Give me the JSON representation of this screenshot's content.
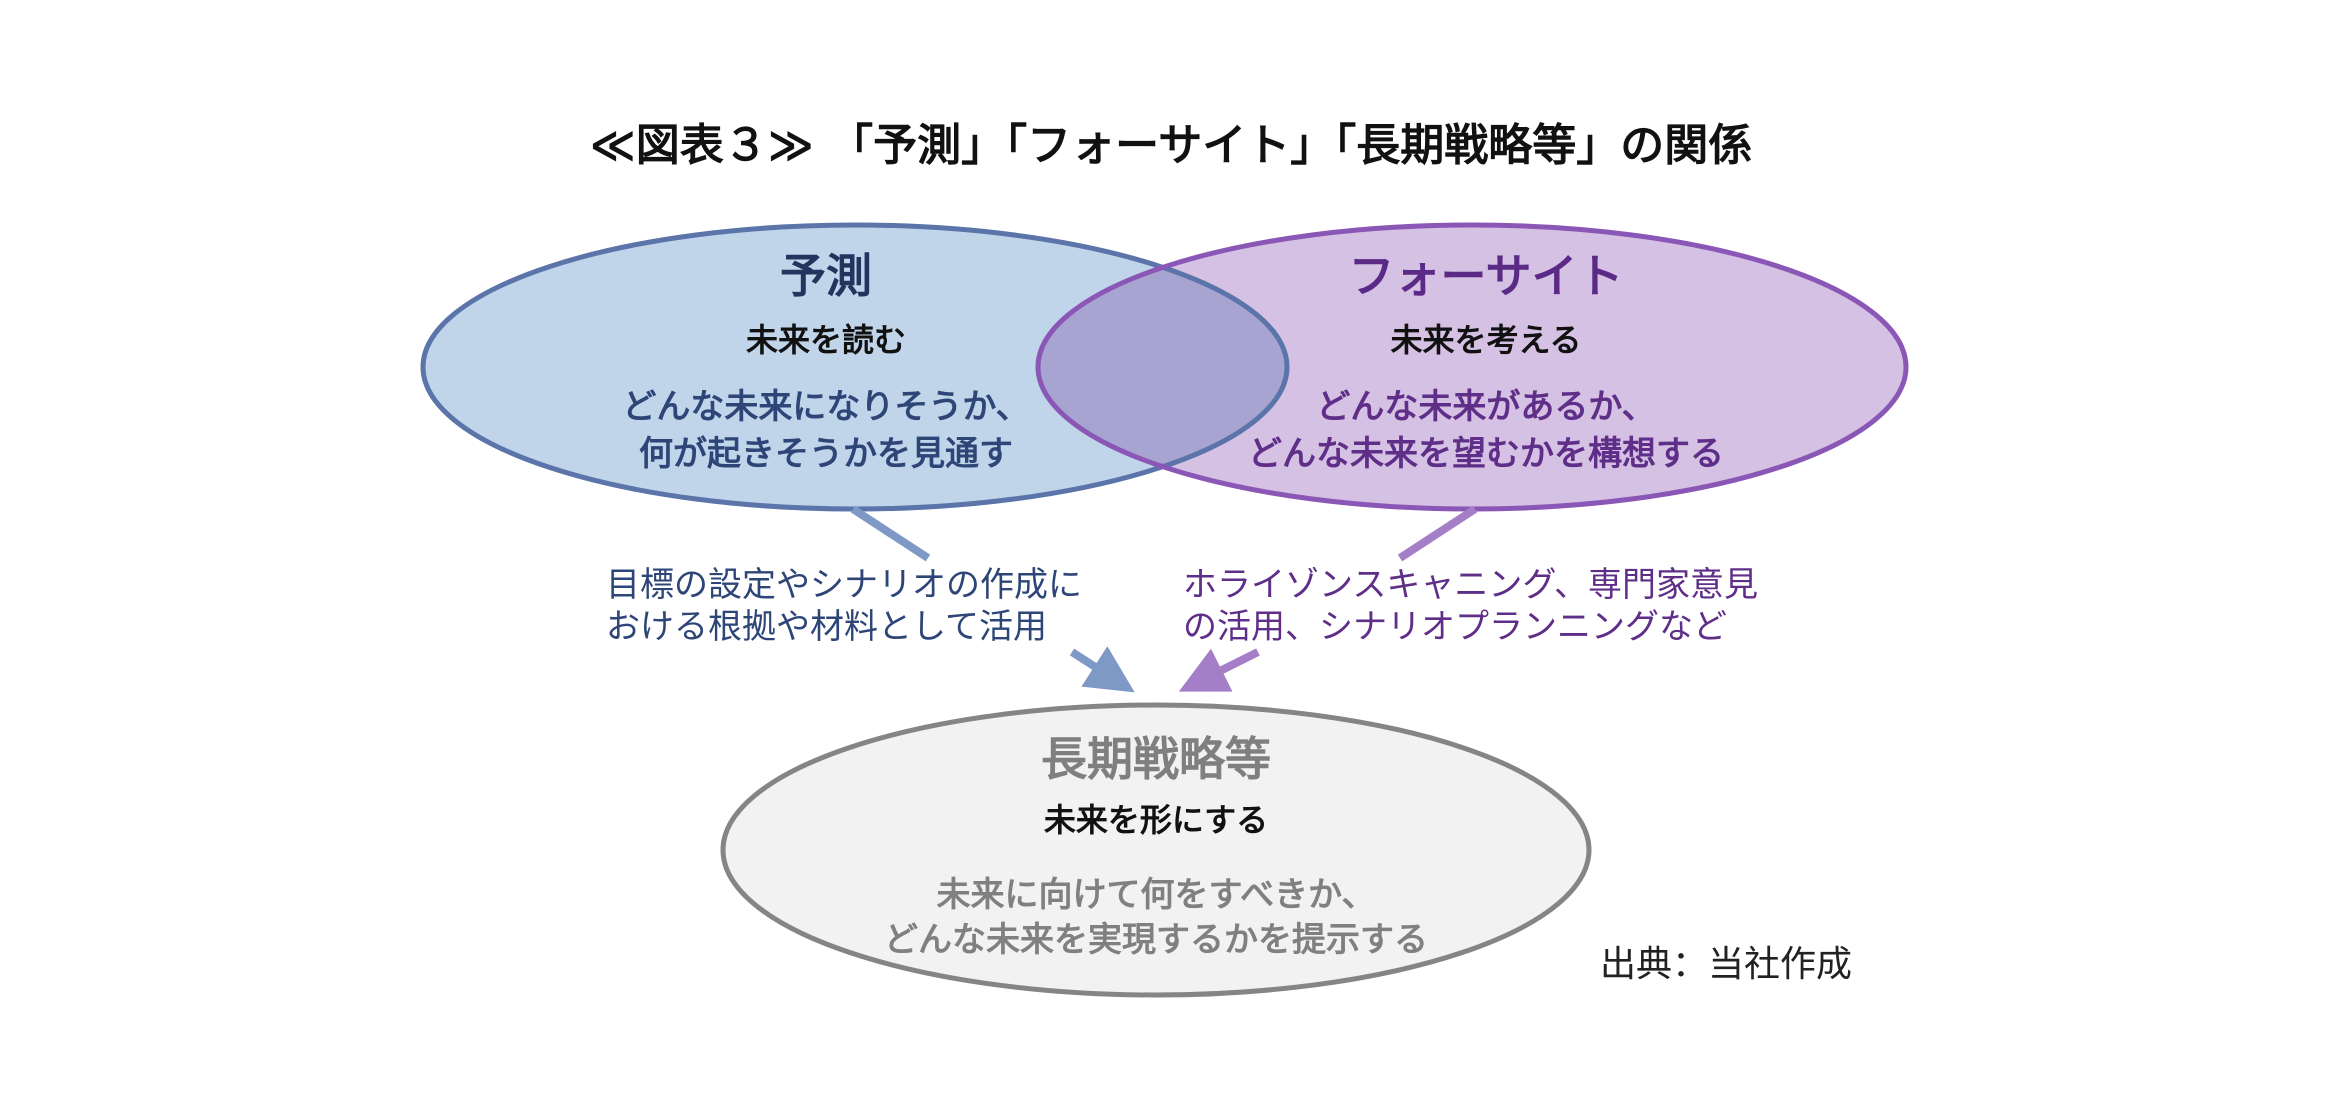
{
  "title": "≪図表３≫ 「予測」「フォーサイト」「長期戦略等」の関係",
  "forecast": {
    "heading": "予測",
    "subtitle": "未来を読む",
    "lines": [
      "どんな未来になりそうか、",
      "何が起きそうかを見通す"
    ]
  },
  "foresight": {
    "heading": "フォーサイト",
    "subtitle": "未来を考える",
    "lines": [
      "どんな未来があるか、",
      "どんな未来を望むかを構想する"
    ]
  },
  "strategy": {
    "heading": "長期戦略等",
    "subtitle": "未来を形にする",
    "lines": [
      "未来に向けて何をすべきか、",
      "どんな未来を実現するかを提示する"
    ]
  },
  "arrow_labels": {
    "left": [
      "目標の設定やシナリオの作成に",
      "おける根拠や材料として活用"
    ],
    "right": [
      "ホライゾンスキャニング、専門家意見",
      "の活用、シナリオプランニングなど"
    ]
  },
  "source": "出典：当社作成",
  "colors": {
    "blue_fill": "#c0d5ea",
    "blue_stroke": "#5b74a9",
    "blue_text": "#2e4577",
    "purple_fill": "#d5c1e3",
    "purple_stroke": "#8b57b6",
    "purple_text": "#5f2e88",
    "overlap_fill": "#a8a4d1",
    "gray_fill": "#f2f2f2",
    "gray_stroke": "#858585",
    "gray_text": "#808080"
  }
}
